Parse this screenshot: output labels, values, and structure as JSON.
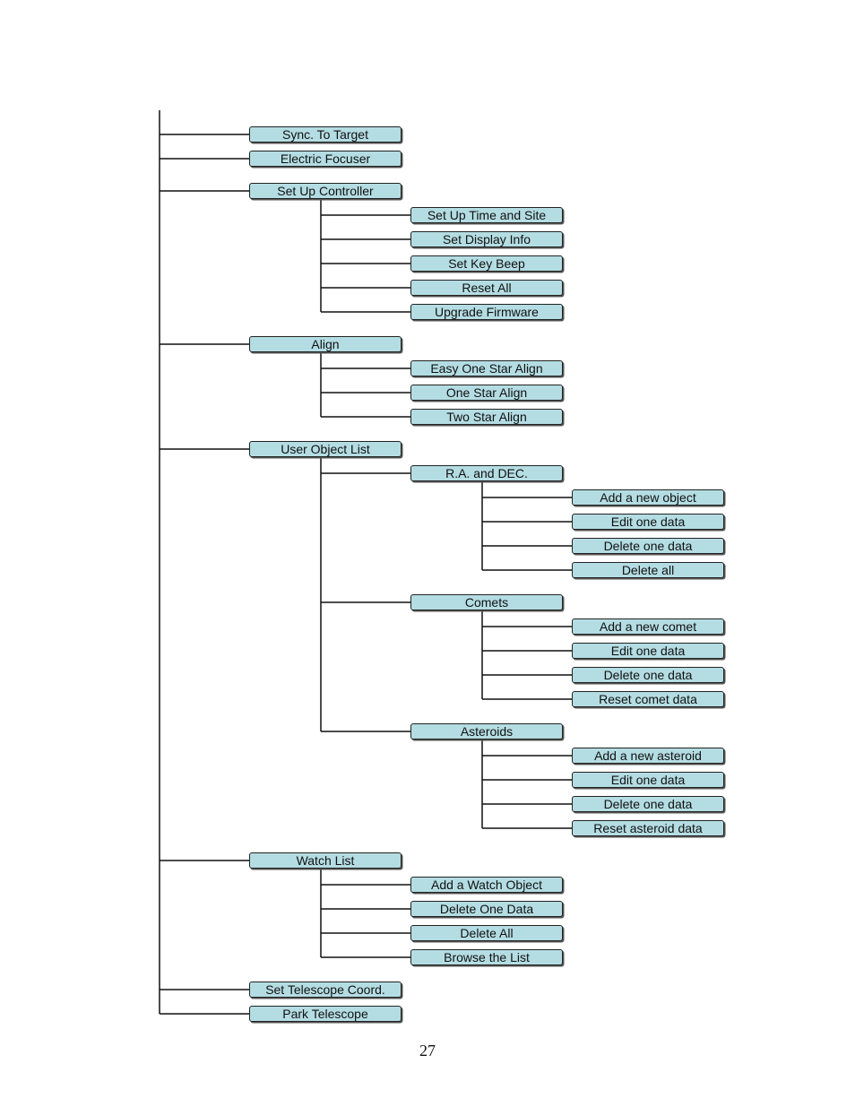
{
  "menu_tree": [
    {
      "label": "Sync. To Target"
    },
    {
      "label": "Electric Focuser"
    },
    {
      "label": "Set Up Controller",
      "children": [
        {
          "label": "Set Up Time and Site"
        },
        {
          "label": "Set Display Info"
        },
        {
          "label": "Set Key Beep"
        },
        {
          "label": "Reset All"
        },
        {
          "label": "Upgrade Firmware"
        }
      ]
    },
    {
      "label": "Align",
      "children": [
        {
          "label": "Easy One Star Align"
        },
        {
          "label": "One Star Align"
        },
        {
          "label": "Two Star Align"
        }
      ]
    },
    {
      "label": "User Object List",
      "children": [
        {
          "label": "R.A. and DEC.",
          "children": [
            {
              "label": "Add a new object"
            },
            {
              "label": "Edit one data"
            },
            {
              "label": "Delete one data"
            },
            {
              "label": "Delete all"
            }
          ]
        },
        {
          "label": "Comets",
          "children": [
            {
              "label": "Add a new comet"
            },
            {
              "label": "Edit one data"
            },
            {
              "label": "Delete one data"
            },
            {
              "label": "Reset comet data"
            }
          ]
        },
        {
          "label": "Asteroids",
          "children": [
            {
              "label": "Add a new asteroid"
            },
            {
              "label": "Edit one data"
            },
            {
              "label": "Delete one data"
            },
            {
              "label": "Reset asteroid data"
            }
          ]
        }
      ]
    },
    {
      "label": "Watch List",
      "children": [
        {
          "label": "Add a Watch Object"
        },
        {
          "label": "Delete One Data"
        },
        {
          "label": "Delete All"
        },
        {
          "label": "Browse the List"
        }
      ]
    },
    {
      "label": "Set Telescope Coord."
    },
    {
      "label": "Park Telescope"
    }
  ],
  "page_number": "27"
}
